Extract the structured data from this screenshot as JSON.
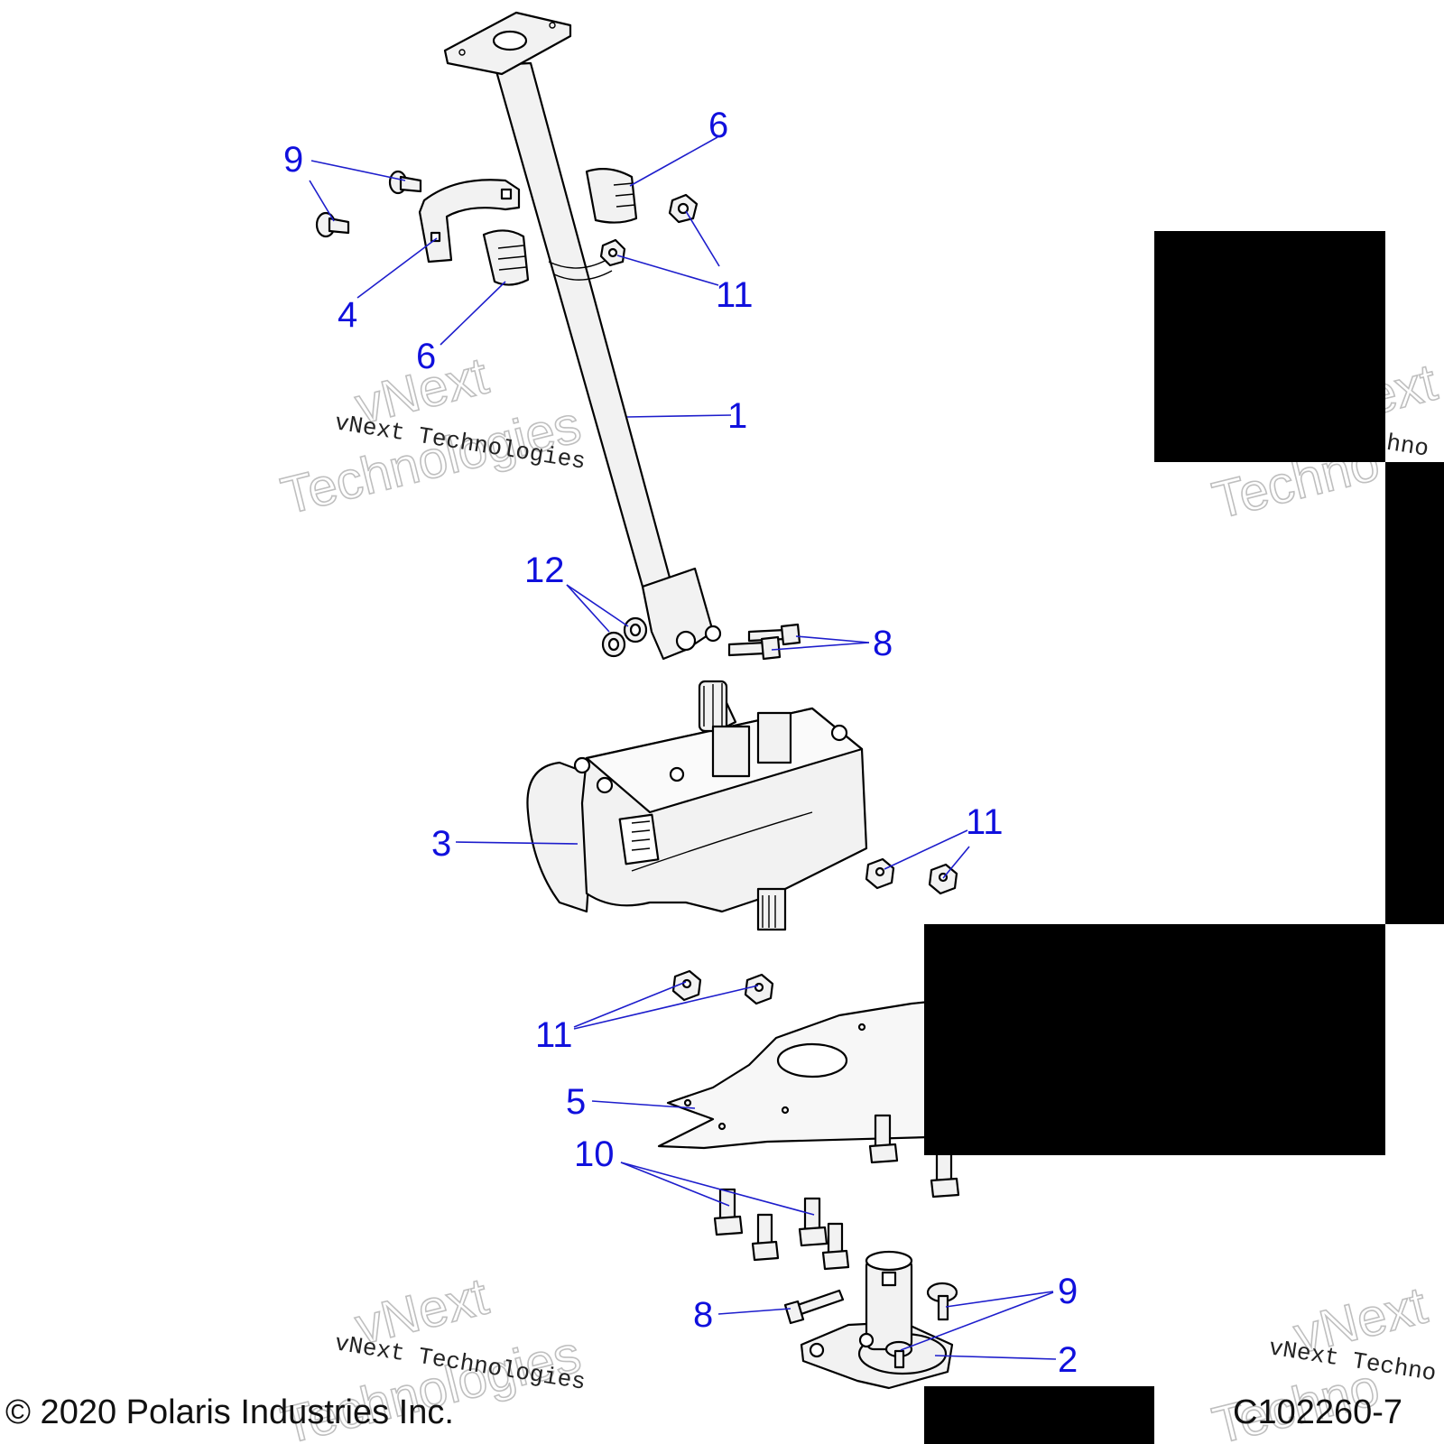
{
  "callouts": {
    "c1": "1",
    "c2": "2",
    "c3": "3",
    "c4": "4",
    "c5": "5",
    "c6a": "6",
    "c6b": "6",
    "c8a": "8",
    "c8b": "8",
    "c9a": "9",
    "c9b": "9",
    "c10": "10",
    "c11a": "11",
    "c11b": "11",
    "c11c": "11",
    "c12": "12"
  },
  "watermark": {
    "small": "vNext Technologies",
    "big_line1": "vNext",
    "big_line2": "Technologies",
    "small_partial": "vNext Techno",
    "big_partial1": "vNext",
    "big_partial2": "Techno",
    "small_cut": "chno",
    "big_cut": "ext"
  },
  "footer": {
    "copyright": "© 2020 Polaris Industries Inc.",
    "figure_code": "C102260-7"
  },
  "colors": {
    "callout": "#1010dd",
    "leader": "#1d1dcc",
    "redaction": "#000000"
  }
}
